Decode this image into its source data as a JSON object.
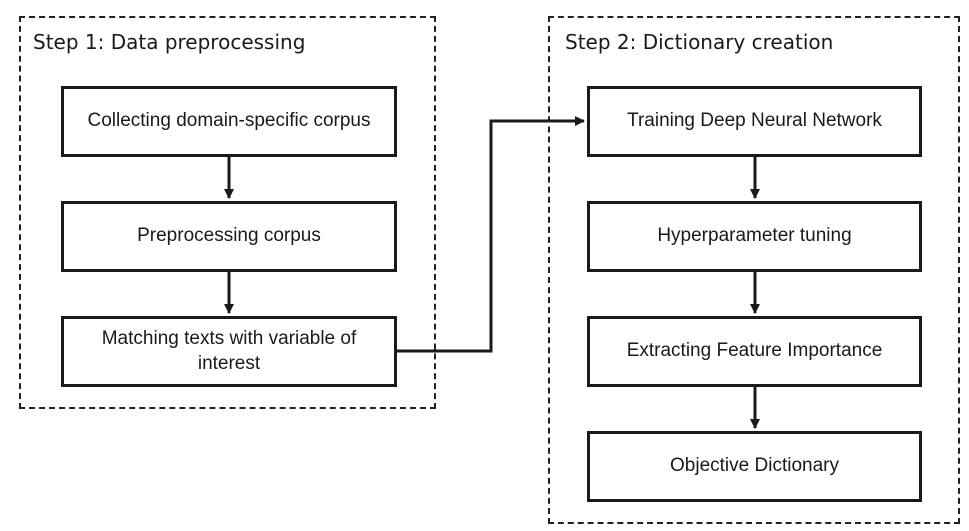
{
  "steps": [
    {
      "title": "Step 1: Data preprocessing",
      "boxes": [
        "Collecting domain-specific corpus",
        "Preprocessing corpus",
        "Matching texts with variable of interest"
      ]
    },
    {
      "title": "Step 2: Dictionary creation",
      "boxes": [
        "Training Deep Neural Network",
        "Hyperparameter tuning",
        "Extracting Feature Importance",
        "Objective Dictionary"
      ]
    }
  ]
}
